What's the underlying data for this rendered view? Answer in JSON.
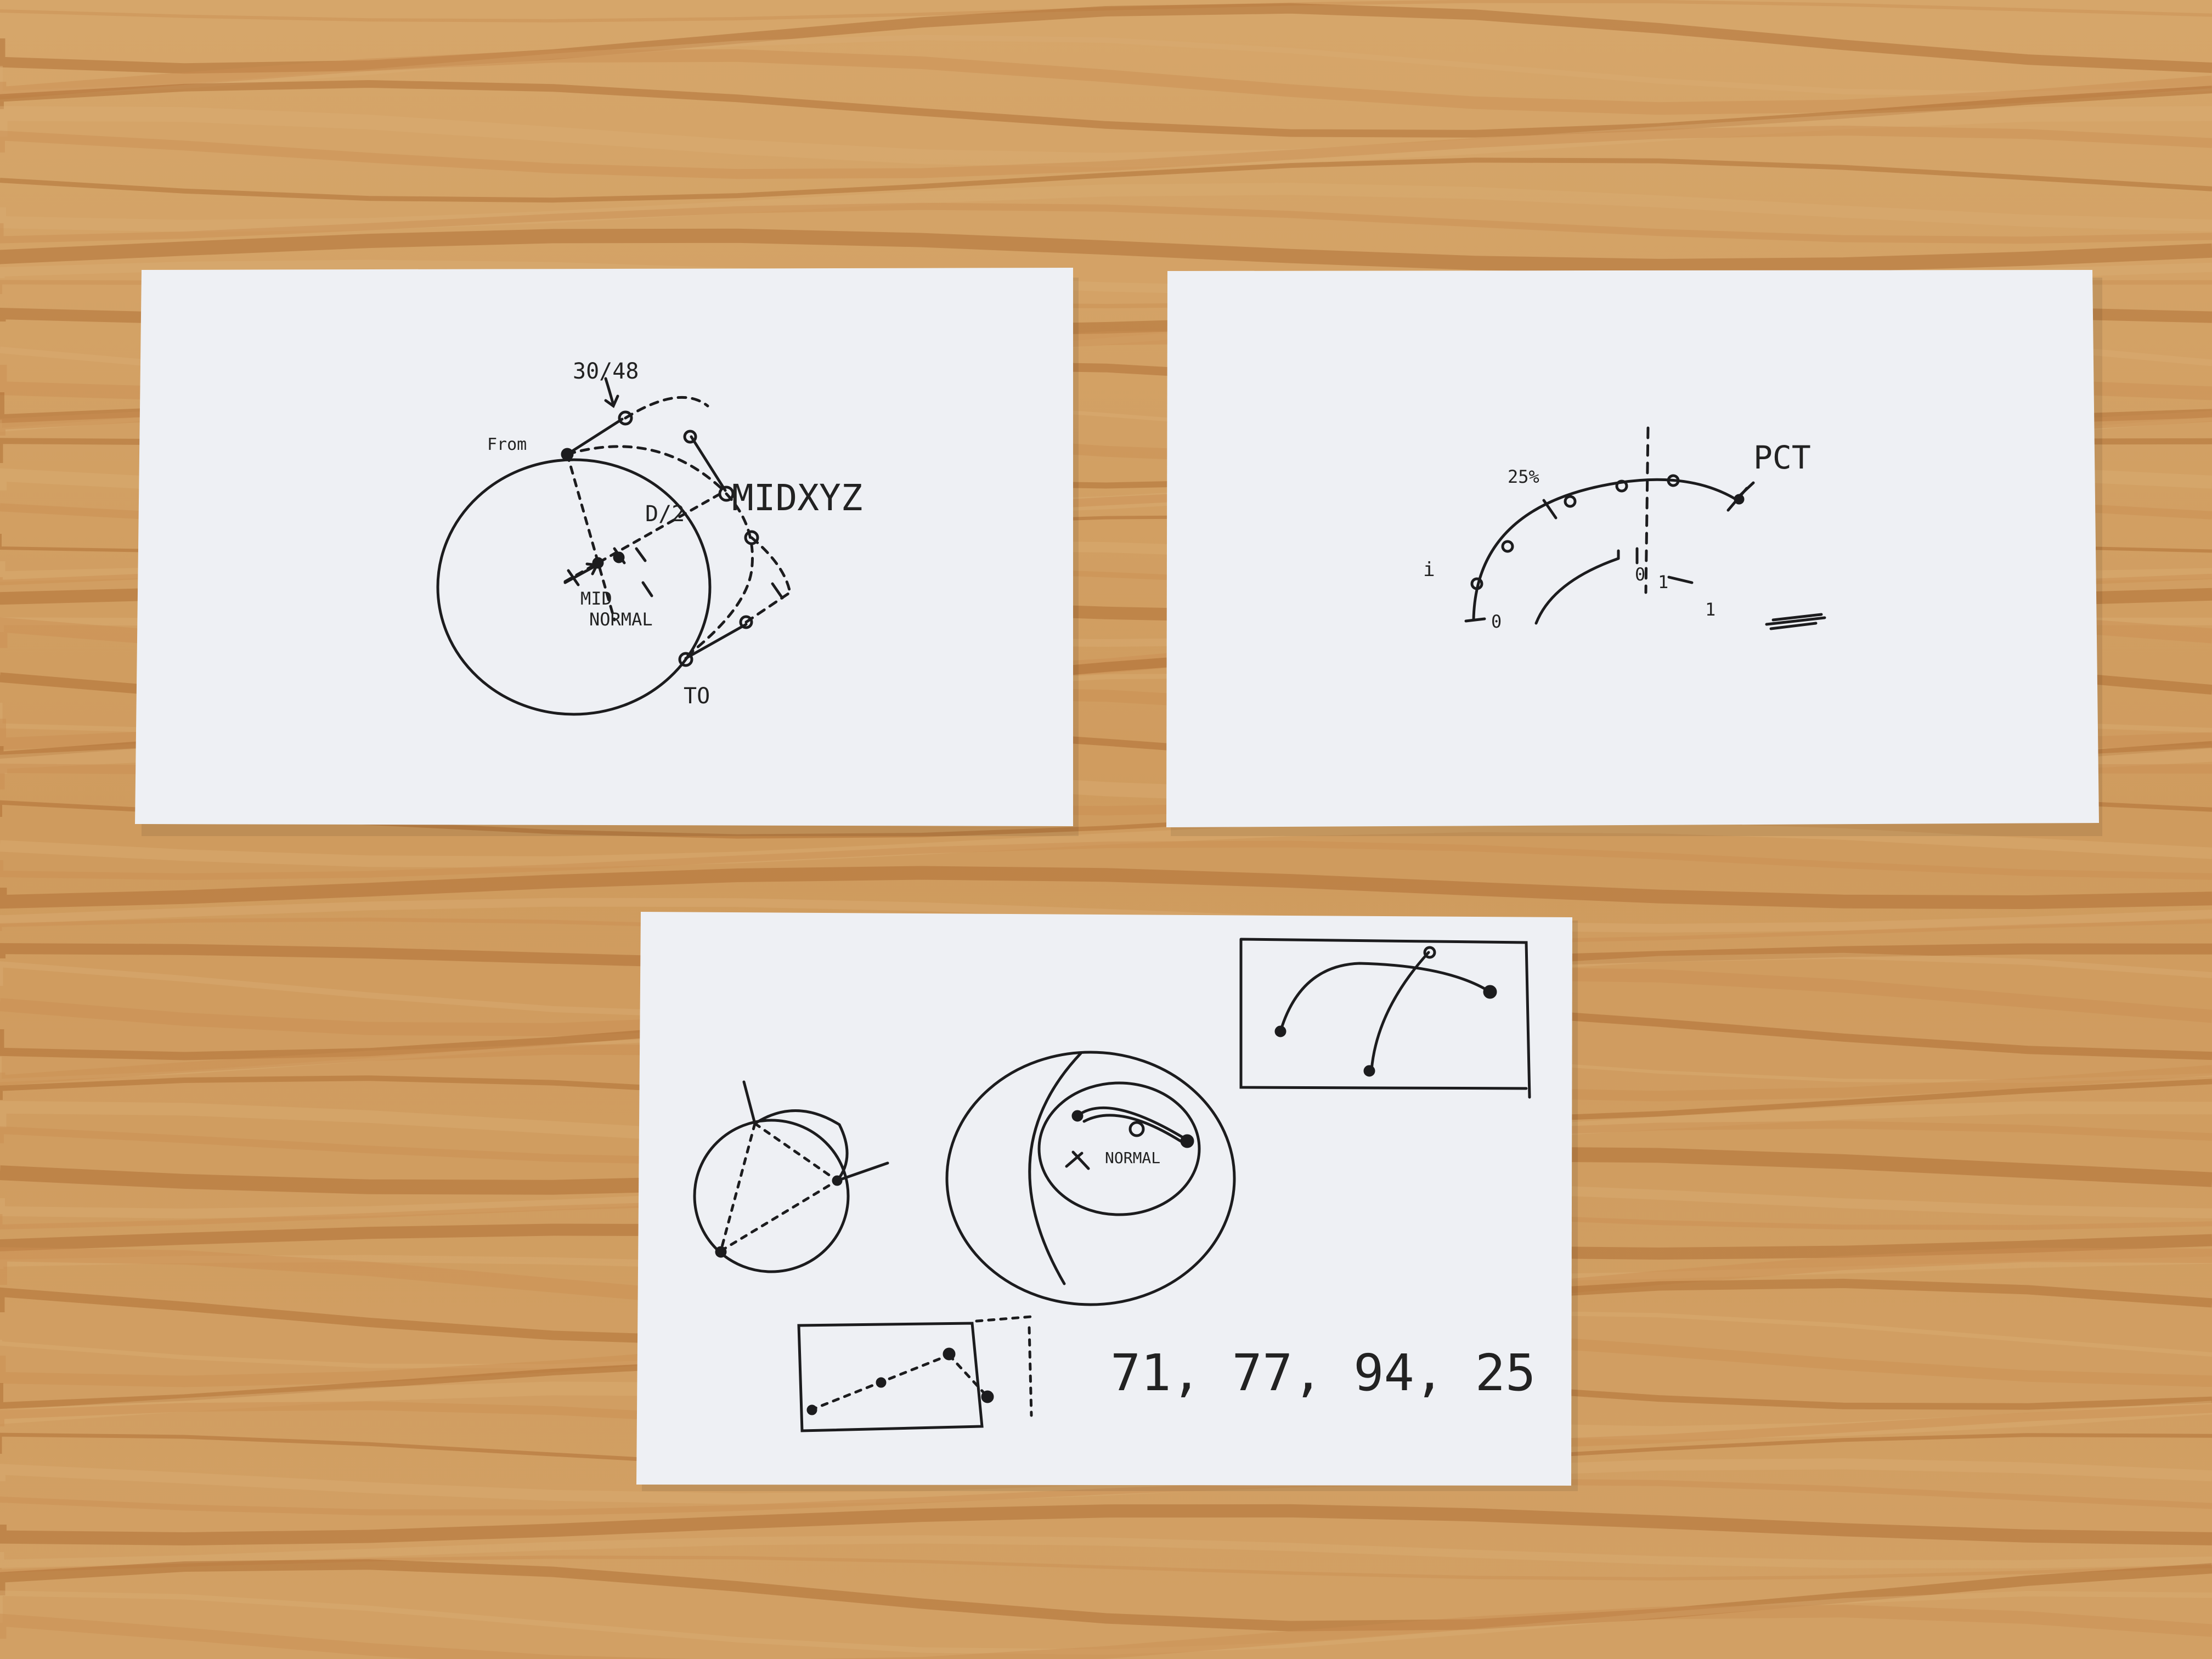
{
  "colors": {
    "wood_light": "#d9ad74",
    "wood_mid": "#c98f52",
    "wood_dark": "#a8652d",
    "paper": "#eef0f4",
    "ink": "#1c1c1e"
  },
  "cards": {
    "left": {
      "label_from": "From",
      "label_to": "TO",
      "label_3048": "30/48",
      "label_d2": "D/2",
      "label_midxyz": "MIDXYZ",
      "label_mid": "MID",
      "label_normal": "NORMAL"
    },
    "right": {
      "label_25pct": "25%",
      "label_pct": "PCT",
      "label_i": "i",
      "label_0a": "0",
      "label_0b": "0",
      "label_1a": "1",
      "label_1b": "1"
    },
    "bottom": {
      "label_normal": "NORMAL",
      "numbers": "71, 77, 94, 25"
    }
  }
}
